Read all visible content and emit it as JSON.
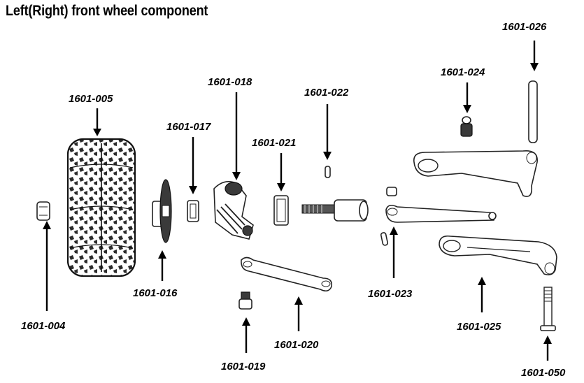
{
  "diagram": {
    "title": "Left(Right) front wheel component",
    "labels": {
      "p1601_004": "1601-004",
      "p1601_005": "1601-005",
      "p1601_016": "1601-016",
      "p1601_017": "1601-017",
      "p1601_018": "1601-018",
      "p1601_019": "1601-019",
      "p1601_020": "1601-020",
      "p1601_021": "1601-021",
      "p1601_022": "1601-022",
      "p1601_023": "1601-023",
      "p1601_024": "1601-024",
      "p1601_025": "1601-025",
      "p1601_026": "1601-026",
      "p1601_050": "1601-050"
    }
  }
}
